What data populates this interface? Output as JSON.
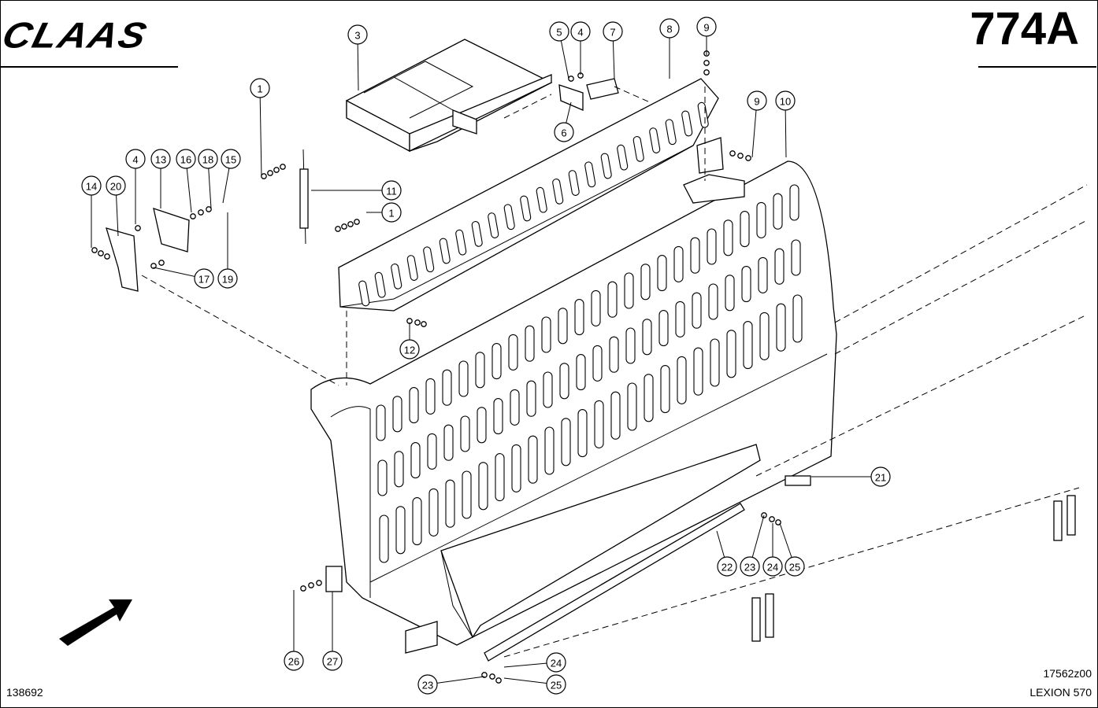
{
  "header": {
    "brand": "CLAAS",
    "page_code": "774A"
  },
  "footer": {
    "doc_id": "138692",
    "drawing_no": "17562z00",
    "model": "LEXION 570"
  },
  "callouts": [
    {
      "id": "c1a",
      "label": "1"
    },
    {
      "id": "c1b",
      "label": "1"
    },
    {
      "id": "c3",
      "label": "3"
    },
    {
      "id": "c4a",
      "label": "4"
    },
    {
      "id": "c4b",
      "label": "4"
    },
    {
      "id": "c5",
      "label": "5"
    },
    {
      "id": "c6",
      "label": "6"
    },
    {
      "id": "c7",
      "label": "7"
    },
    {
      "id": "c8",
      "label": "8"
    },
    {
      "id": "c9a",
      "label": "9"
    },
    {
      "id": "c9b",
      "label": "9"
    },
    {
      "id": "c10",
      "label": "10"
    },
    {
      "id": "c11",
      "label": "11"
    },
    {
      "id": "c12",
      "label": "12"
    },
    {
      "id": "c13",
      "label": "13"
    },
    {
      "id": "c14",
      "label": "14"
    },
    {
      "id": "c15",
      "label": "15"
    },
    {
      "id": "c16",
      "label": "16"
    },
    {
      "id": "c17",
      "label": "17"
    },
    {
      "id": "c18",
      "label": "18"
    },
    {
      "id": "c19",
      "label": "19"
    },
    {
      "id": "c20",
      "label": "20"
    },
    {
      "id": "c21",
      "label": "21"
    },
    {
      "id": "c22",
      "label": "22"
    },
    {
      "id": "c23a",
      "label": "23"
    },
    {
      "id": "c23b",
      "label": "23"
    },
    {
      "id": "c24a",
      "label": "24"
    },
    {
      "id": "c24b",
      "label": "24"
    },
    {
      "id": "c25a",
      "label": "25"
    },
    {
      "id": "c25b",
      "label": "25"
    },
    {
      "id": "c26",
      "label": "26"
    },
    {
      "id": "c27",
      "label": "27"
    }
  ]
}
